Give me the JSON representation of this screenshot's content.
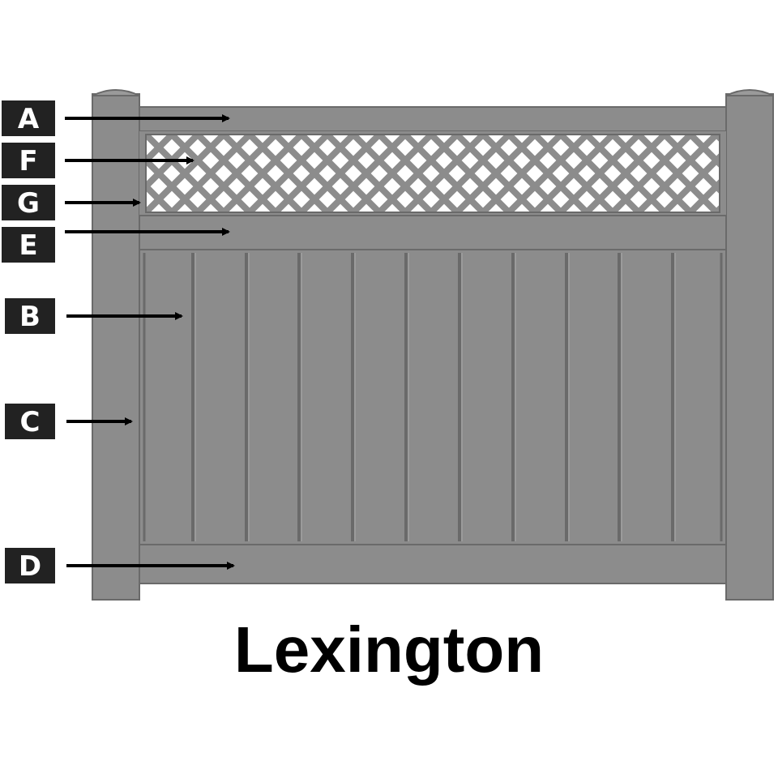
{
  "title": "Lexington",
  "labels": [
    "A",
    "F",
    "G",
    "E",
    "B",
    "C",
    "D"
  ],
  "colors": {
    "fence": "#8c8c8c",
    "fence_edge": "#6a6a6a",
    "groove": "#707070",
    "label_bg": "#222222",
    "label_text": "#ffffff",
    "arrow": "#000000"
  }
}
